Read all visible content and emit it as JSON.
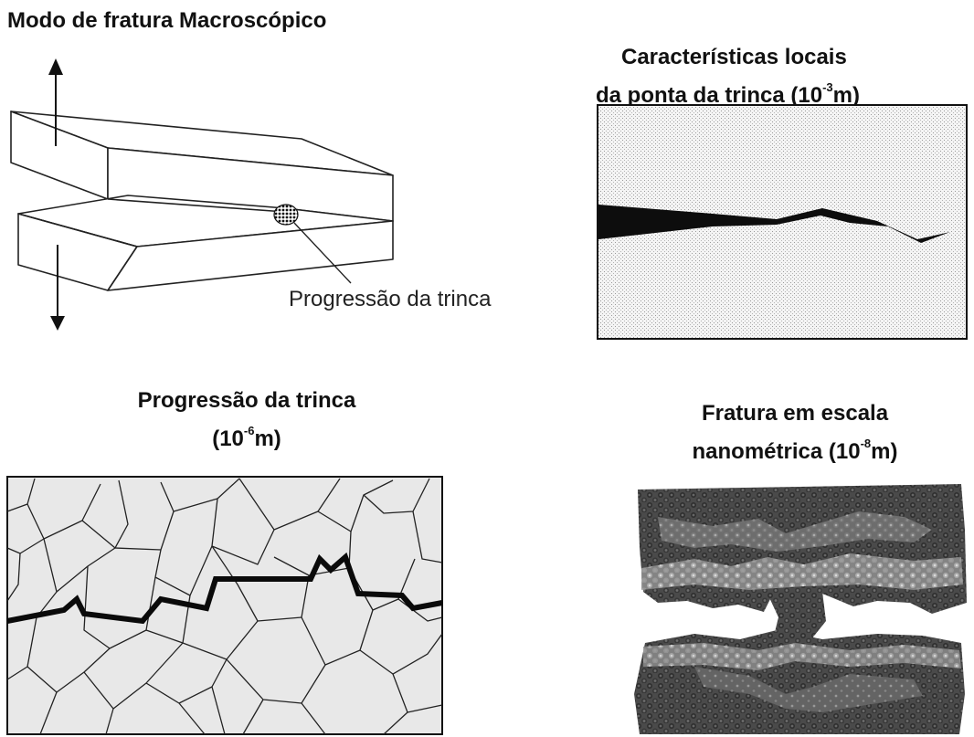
{
  "panels": {
    "macro": {
      "title": "Modo de fratura Macroscópico",
      "crack_label": "Progressão da trinca"
    },
    "local": {
      "title_line1": "Características locais",
      "title_line2_prefix": "da ponta da trinca (10",
      "title_line2_exp": "-3",
      "title_line2_suffix": "m)"
    },
    "micro": {
      "title_line1": "Progressão da trinca",
      "title_line2_prefix": "(10",
      "title_line2_exp": "-6",
      "title_line2_suffix": "m)"
    },
    "nano": {
      "title_line1": "Fratura em escala",
      "title_line2_prefix": "nanométrica (10",
      "title_line2_exp": "-8",
      "title_line2_suffix": "m)"
    }
  },
  "colors": {
    "line": "#222222",
    "grain_fill": "#e8e8e8",
    "stipple_bg": "#ececec",
    "crack": "#111111"
  }
}
